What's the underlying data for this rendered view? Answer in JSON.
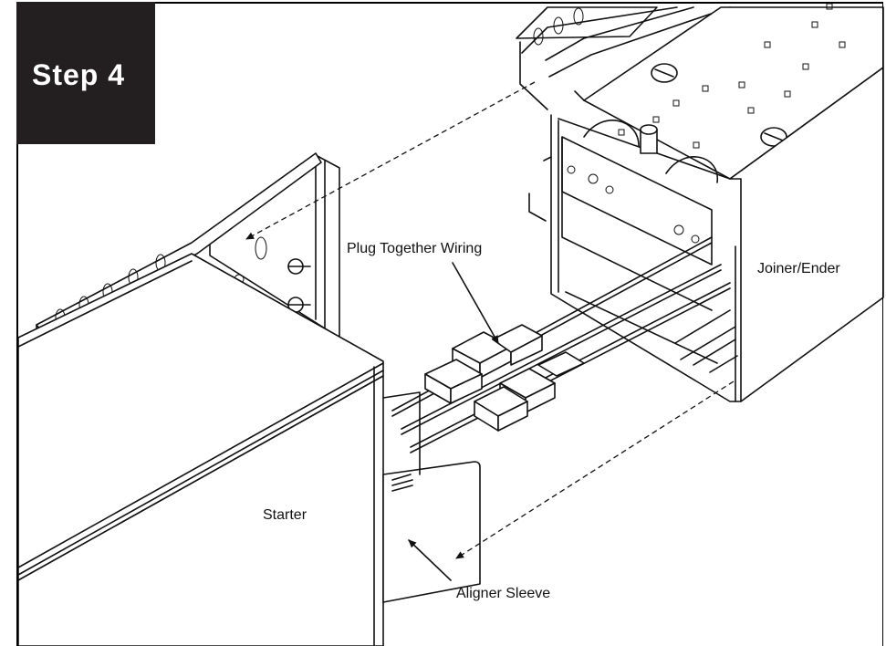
{
  "step": {
    "label": "Step 4"
  },
  "labels": {
    "plug_wiring": "Plug Together Wiring",
    "joiner_ender": "Joiner/Ender",
    "starter": "Starter",
    "aligner_sleeve": "Aligner Sleeve"
  },
  "colors": {
    "badge": "#231f20",
    "line": "#111111",
    "background": "#ffffff"
  }
}
